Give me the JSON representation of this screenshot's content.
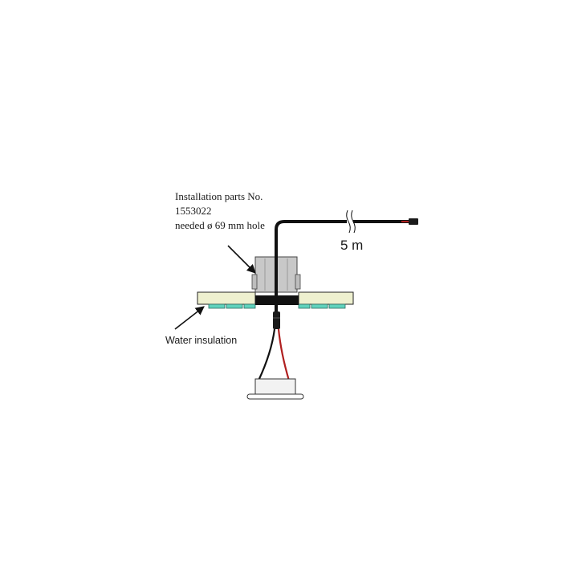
{
  "annotations": {
    "installation_parts": {
      "line1": "Installation parts No.",
      "line2": "1553022",
      "line3": "needed ø 69 mm hole"
    },
    "water_insulation": "Water insulation",
    "cable_length": "5 m"
  },
  "colors": {
    "board_fill": "#eef0cf",
    "insulation_fill": "#5fd3bd",
    "housing_fill": "#c8c8c8",
    "gasket_fill": "#111111",
    "cable": "#111111",
    "wire_red": "#b02020",
    "connector": "#1a1a1a",
    "lamp_fill": "#f2f2f2"
  },
  "icons": {
    "parts_pointer": "arrow-icon",
    "insulation_pointer": "arrow-icon",
    "cable_break": "break-mark-icon"
  }
}
